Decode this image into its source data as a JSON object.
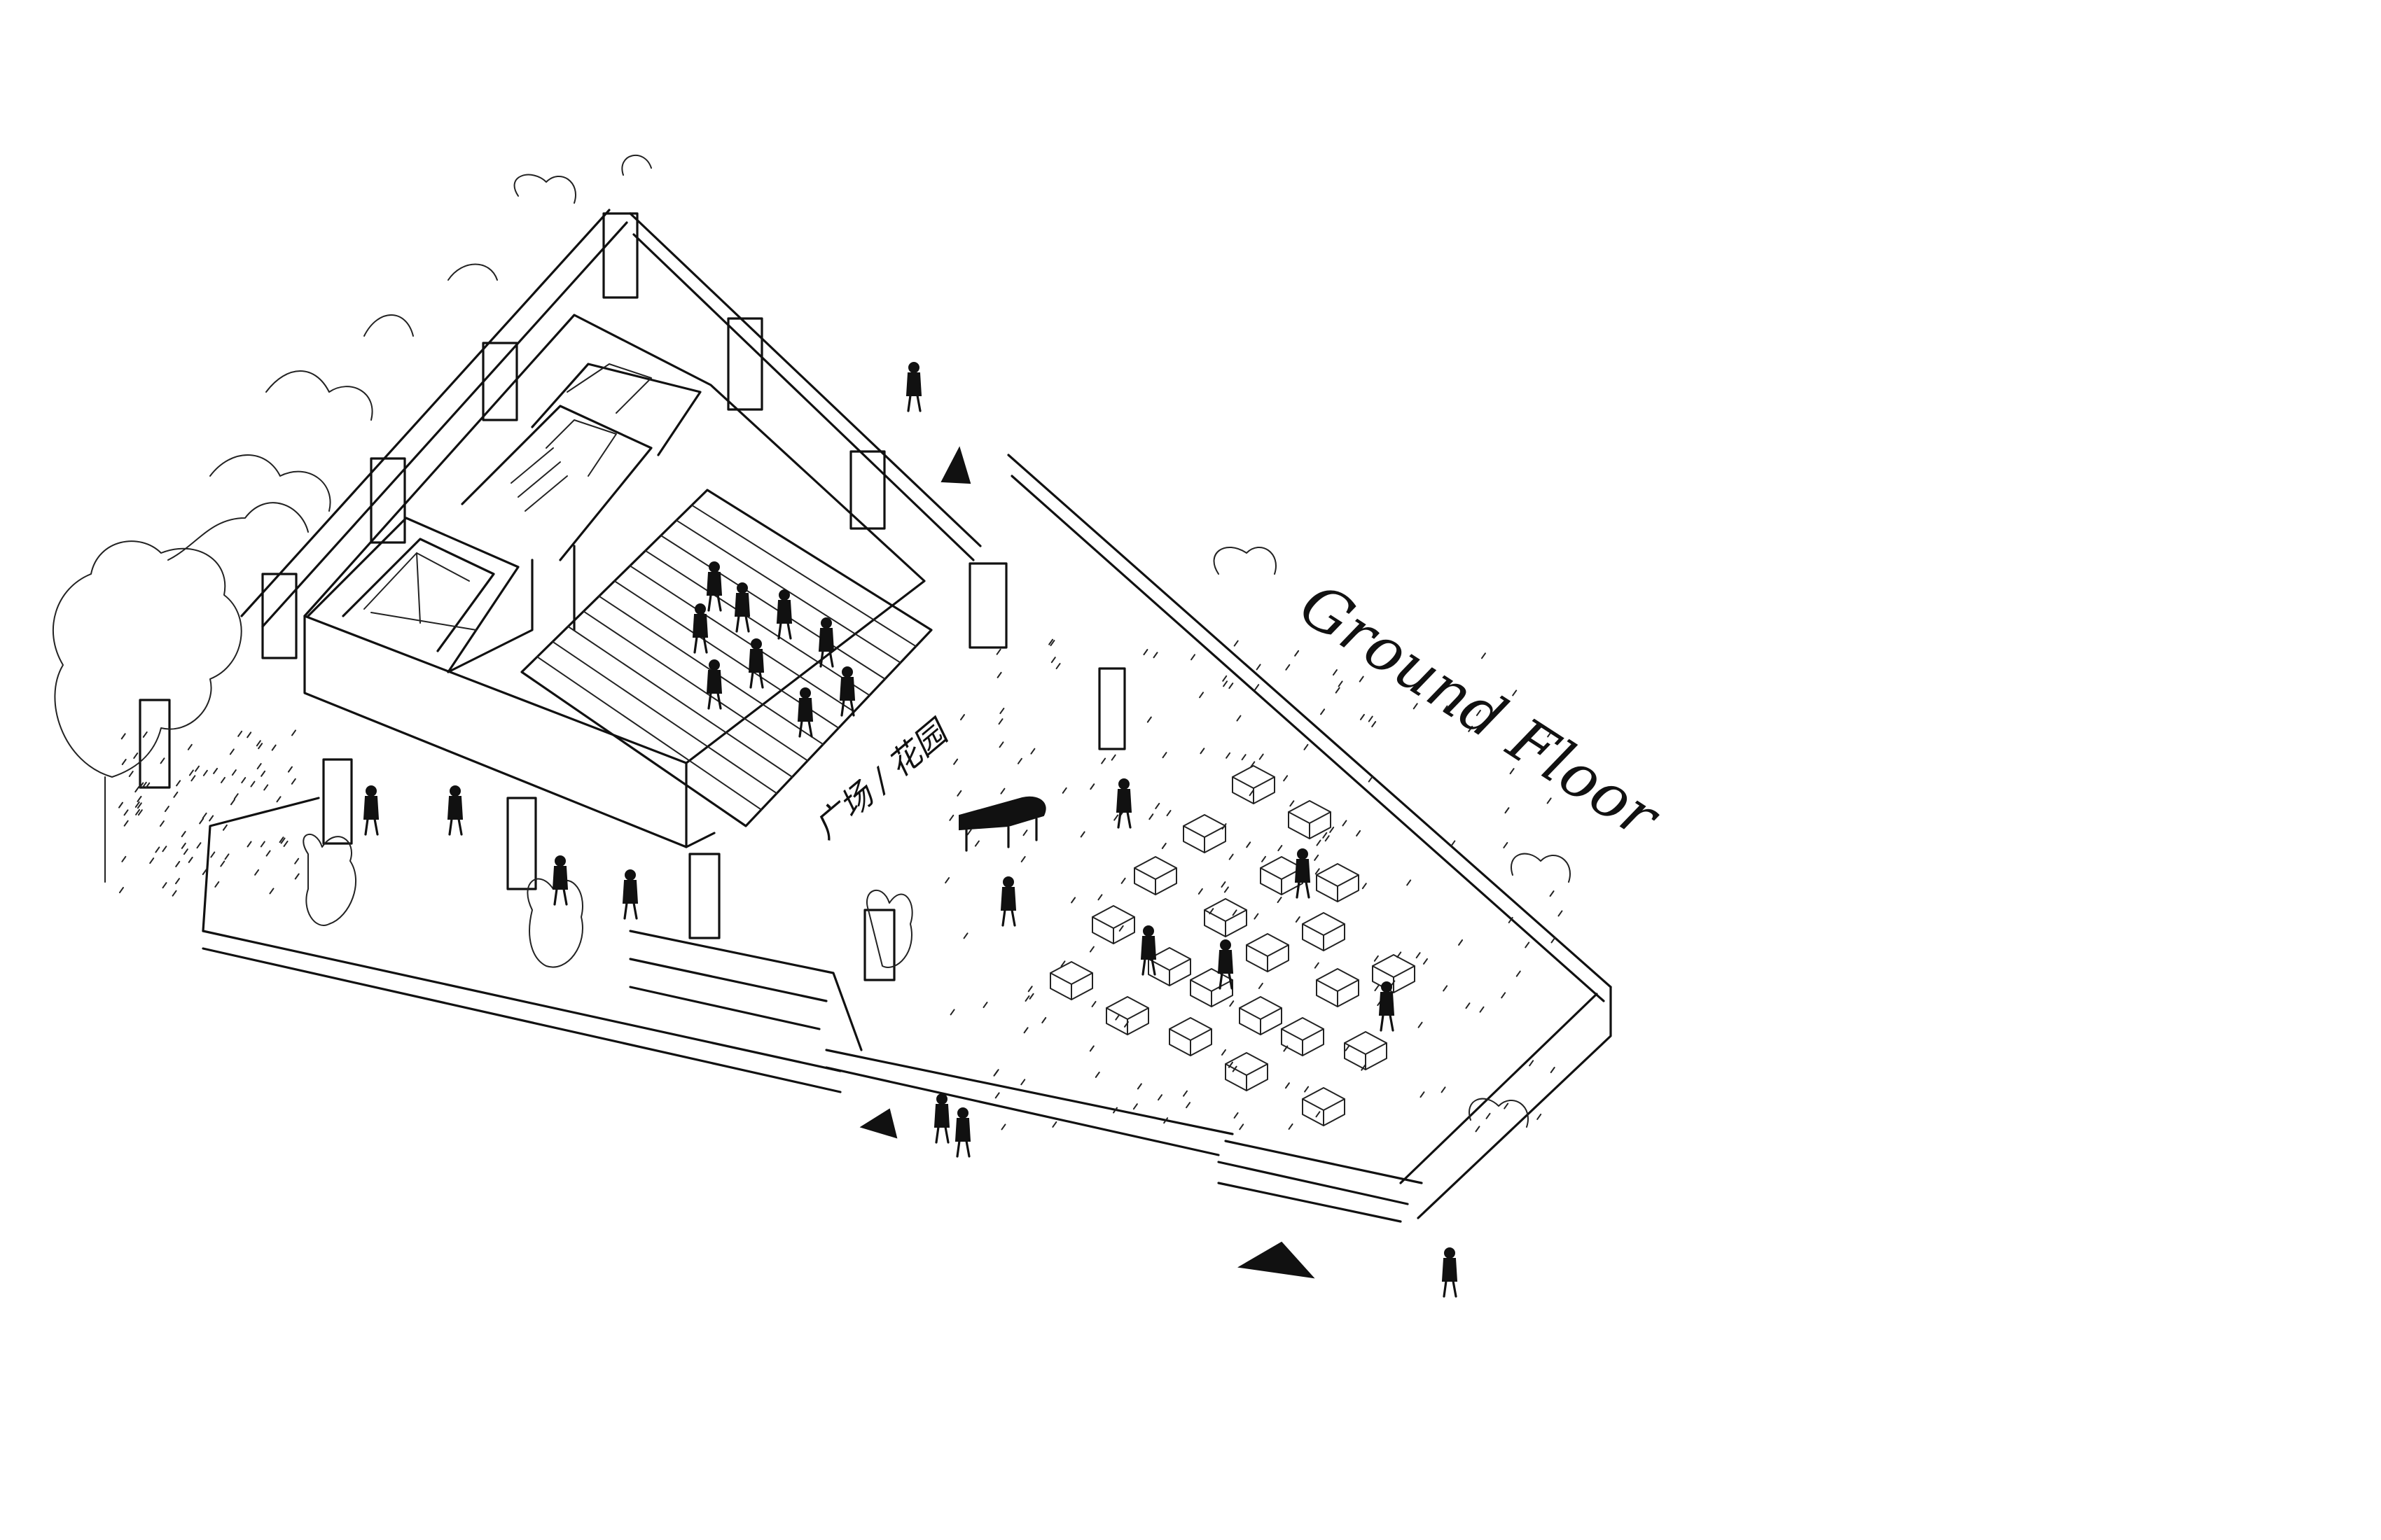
{
  "drawing": {
    "label": "Ground Floor",
    "notes_text": "广场 / 花园",
    "style": "black ink line sketch on white"
  }
}
